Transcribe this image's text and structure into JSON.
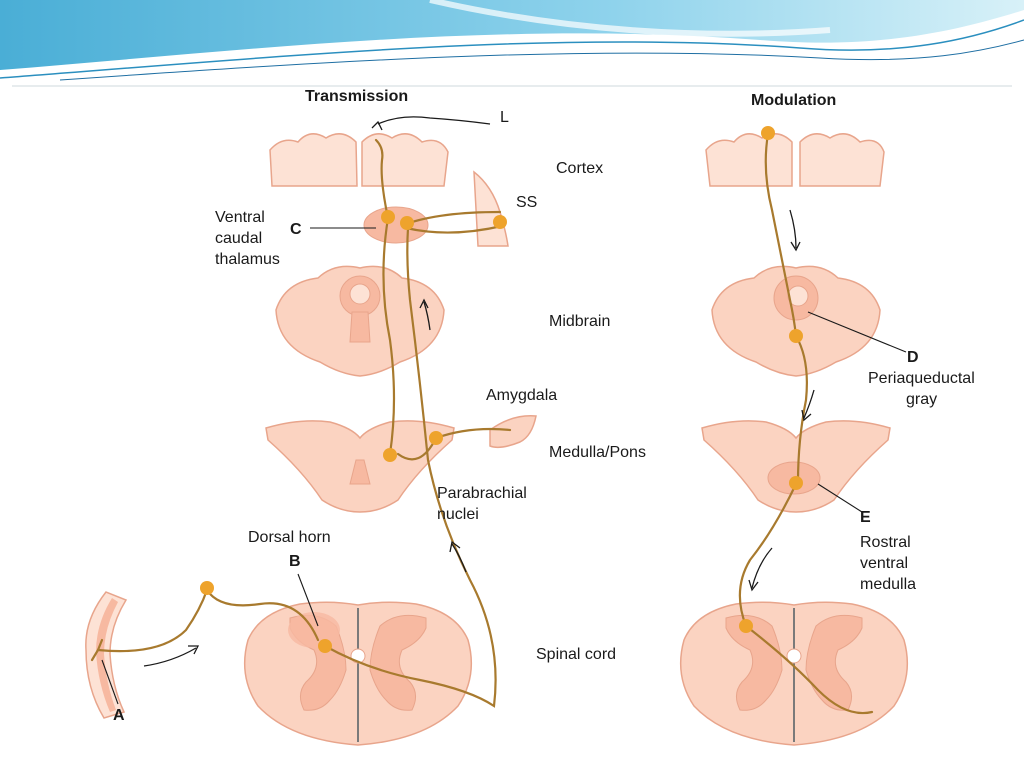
{
  "headings": {
    "transmission": "Transmission",
    "modulation": "Modulation"
  },
  "labels": {
    "L": "L",
    "cortex": "Cortex",
    "SS": "SS",
    "C": "C",
    "ventral_caudal_thalamus": [
      "Ventral",
      "caudal",
      "thalamus"
    ],
    "midbrain": "Midbrain",
    "amygdala": "Amygdala",
    "medulla_pons": "Medulla/Pons",
    "parabrachial_nuclei": [
      "Parabrachial",
      "nuclei"
    ],
    "dorsal_horn": "Dorsal horn",
    "B": "B",
    "A": "A",
    "spinal_cord": "Spinal cord",
    "D": "D",
    "periaqueductal_gray": [
      "Periaqueductal",
      "gray"
    ],
    "E": "E",
    "rostral_ventral_medulla": [
      "Rostral",
      "ventral",
      "medulla"
    ]
  },
  "colors": {
    "tissue_outer": "#fbd3c1",
    "tissue_inner": "#f7b9a1",
    "tissue_outline": "#e8a58c",
    "nerve_fiber": "#a87a2e",
    "neuron_body": "#eea32c",
    "banner_blue": "#5ab8dc"
  }
}
